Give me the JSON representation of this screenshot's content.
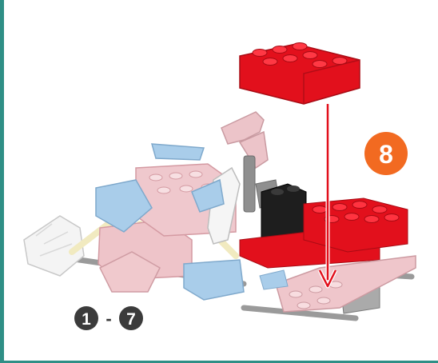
{
  "step": {
    "number": "8",
    "badge_color": "#f26a21"
  },
  "previous_steps": {
    "from": "1",
    "separator": "-",
    "to": "7"
  },
  "colors": {
    "frame": "#2f8f86",
    "red_brick": "#e2101c",
    "pink_brick": "#efc3c8",
    "black_brick": "#1e1e1e",
    "blue_connector": "#9cc5e6",
    "white_connector": "#f2f2f2",
    "gray_rod": "#9a9a9a",
    "arrow": "#e2101c"
  },
  "icons": [
    "down-arrow-icon",
    "red-brick-icon"
  ]
}
